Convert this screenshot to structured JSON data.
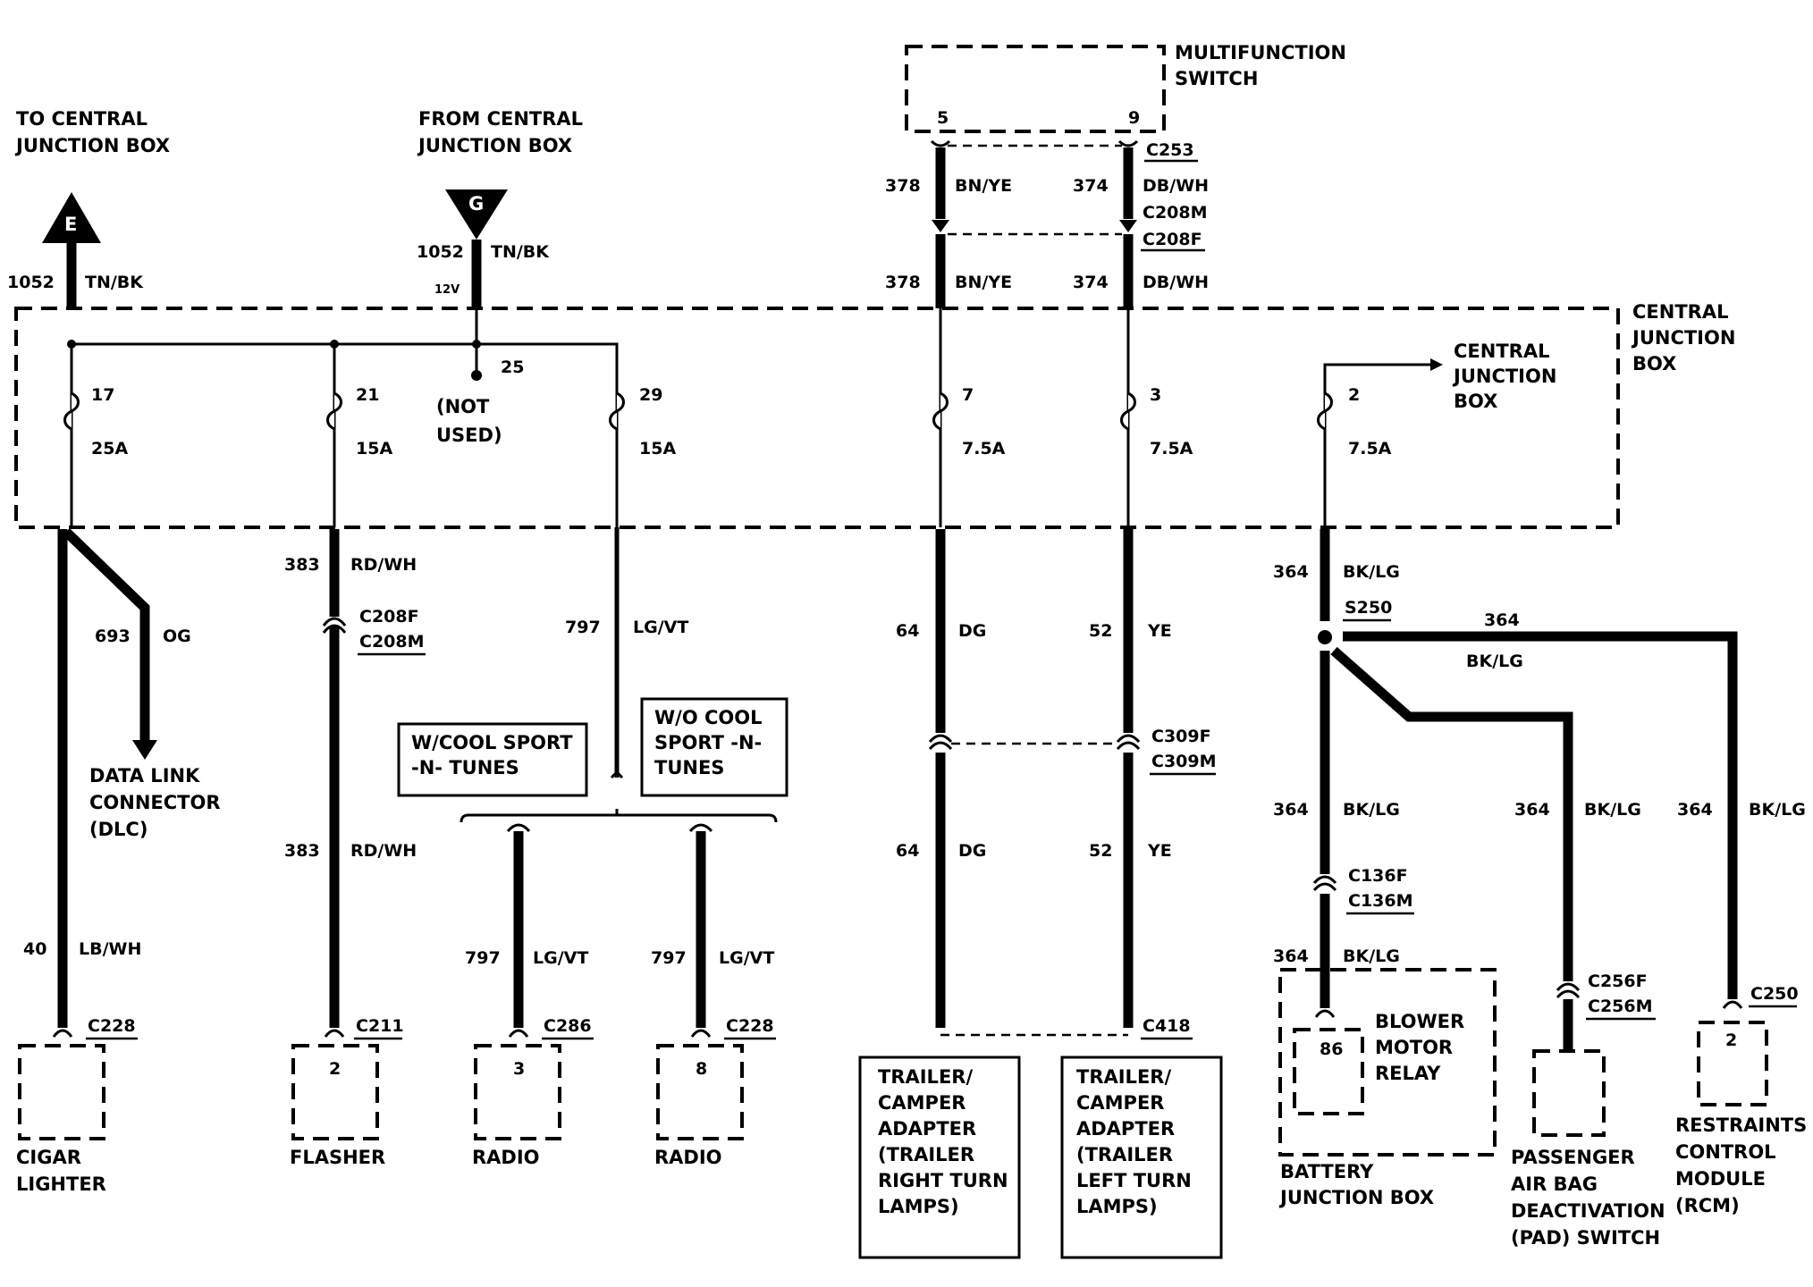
{
  "labels": {
    "to_cjb_1": "TO CENTRAL",
    "to_cjb_2": "JUNCTION BOX",
    "from_cjb_1": "FROM CENTRAL",
    "from_cjb_2": "JUNCTION BOX",
    "mfs_1": "MULTIFUNCTION",
    "mfs_2": "SWITCH",
    "mfs_pin_5": "5",
    "mfs_pin_9": "9",
    "conn_E": "E",
    "conn_G": "G",
    "c253": "C253",
    "c208m_top": "C208M",
    "c208f_top": "C208F",
    "c208f_mid": "C208F",
    "c208m_mid": "C208M",
    "w1052_left": "1052",
    "tnbk_left": "TN/BK",
    "w1052_mid": "1052",
    "tnbk_mid": "TN/BK",
    "v12": "12V",
    "w378a": "378",
    "bnye_a": "BN/YE",
    "w374a": "374",
    "dbwh_a": "DB/WH",
    "w378b": "378",
    "bnye_b": "BN/YE",
    "w374b": "374",
    "dbwh_b": "DB/WH",
    "cjb_right_1": "CENTRAL",
    "cjb_right_2": "JUNCTION",
    "cjb_right_3": "BOX",
    "cjb_arrow_1": "CENTRAL",
    "cjb_arrow_2": "JUNCTION",
    "cjb_arrow_3": "BOX",
    "f17": "17",
    "f17a": "25A",
    "f21": "21",
    "f21a": "15A",
    "f25": "25",
    "not_used_1": "(NOT",
    "not_used_2": "USED)",
    "f29": "29",
    "f29a": "15A",
    "f7": "7",
    "f7a": "7.5A",
    "f3": "3",
    "f3a": "7.5A",
    "f2": "2",
    "f2a": "7.5A",
    "w383a": "383",
    "rdwh_a": "RD/WH",
    "w383b": "383",
    "rdwh_b": "RD/WH",
    "w693": "693",
    "og": "OG",
    "dlc_1": "DATA LINK",
    "dlc_2": "CONNECTOR",
    "dlc_3": "(DLC)",
    "w40": "40",
    "lbwh": "LB/WH",
    "w797a": "797",
    "lgvt_a": "LG/VT",
    "w797b": "797",
    "lgvt_b": "LG/VT",
    "w797c": "797",
    "lgvt_c": "LG/VT",
    "wcool_1": "W/COOL SPORT",
    "wcool_2": "-N- TUNES",
    "wocool_1": "W/O COOL",
    "wocool_2": "SPORT -N-",
    "wocool_3": "TUNES",
    "w64a": "64",
    "dg_a": "DG",
    "w64b": "64",
    "dg_b": "DG",
    "w52a": "52",
    "ye_a": "YE",
    "w52b": "52",
    "ye_b": "YE",
    "c309f": "C309F",
    "c309m": "C309M",
    "w364a": "364",
    "bklg_a": "BK/LG",
    "s250": "S250",
    "w364_top": "364",
    "bklg_top": "BK/LG",
    "w364b": "364",
    "bklg_b": "BK/LG",
    "w364c": "364",
    "bklg_c": "BK/LG",
    "w364d": "364",
    "bklg_d": "BK/LG",
    "w364e": "364",
    "bklg_e": "BK/LG",
    "c136f": "C136F",
    "c136m": "C136M",
    "c256f": "C256F",
    "c256m": "C256M",
    "c250": "C250",
    "c228a": "C228",
    "c211": "C211",
    "c286": "C286",
    "c228b": "C228",
    "c418": "C418",
    "pin_2_flasher": "2",
    "pin_3_radio_a": "3",
    "pin_8_radio_b": "8",
    "pin_86": "86",
    "pin_2_rcm": "2",
    "blower_1": "BLOWER",
    "blower_2": "MOTOR",
    "blower_3": "RELAY",
    "cigar_1": "CIGAR",
    "cigar_2": "LIGHTER",
    "flasher": "FLASHER",
    "radio_a": "RADIO",
    "radio_b": "RADIO",
    "trailer_r_1": "TRAILER/",
    "trailer_r_2": "CAMPER",
    "trailer_r_3": "ADAPTER",
    "trailer_r_4": "(TRAILER",
    "trailer_r_5": "RIGHT TURN",
    "trailer_r_6": "LAMPS)",
    "trailer_l_1": "TRAILER/",
    "trailer_l_2": "CAMPER",
    "trailer_l_3": "ADAPTER",
    "trailer_l_4": "(TRAILER",
    "trailer_l_5": "LEFT TURN",
    "trailer_l_6": "LAMPS)",
    "bjb_1": "BATTERY",
    "bjb_2": "JUNCTION BOX",
    "pad_1": "PASSENGER",
    "pad_2": "AIR BAG",
    "pad_3": "DEACTIVATION",
    "pad_4": "(PAD) SWITCH",
    "rcm_1": "RESTRAINTS",
    "rcm_2": "CONTROL",
    "rcm_3": "MODULE",
    "rcm_4": "(RCM)"
  }
}
